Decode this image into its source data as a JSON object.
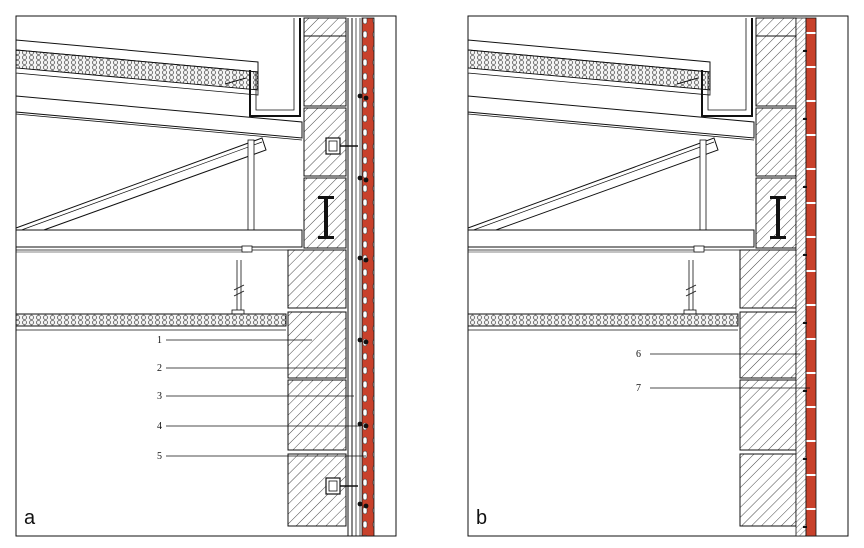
{
  "panels": [
    {
      "id": "a",
      "label": "a",
      "callouts": [
        "1",
        "2",
        "3",
        "4",
        "5"
      ]
    },
    {
      "id": "b",
      "label": "b",
      "callouts": [
        "6",
        "7"
      ]
    }
  ],
  "colors": {
    "line": "#111111",
    "brick_red": "#c8412b",
    "hatch": "#333333",
    "insulation_fill": "#f4f4f4"
  }
}
